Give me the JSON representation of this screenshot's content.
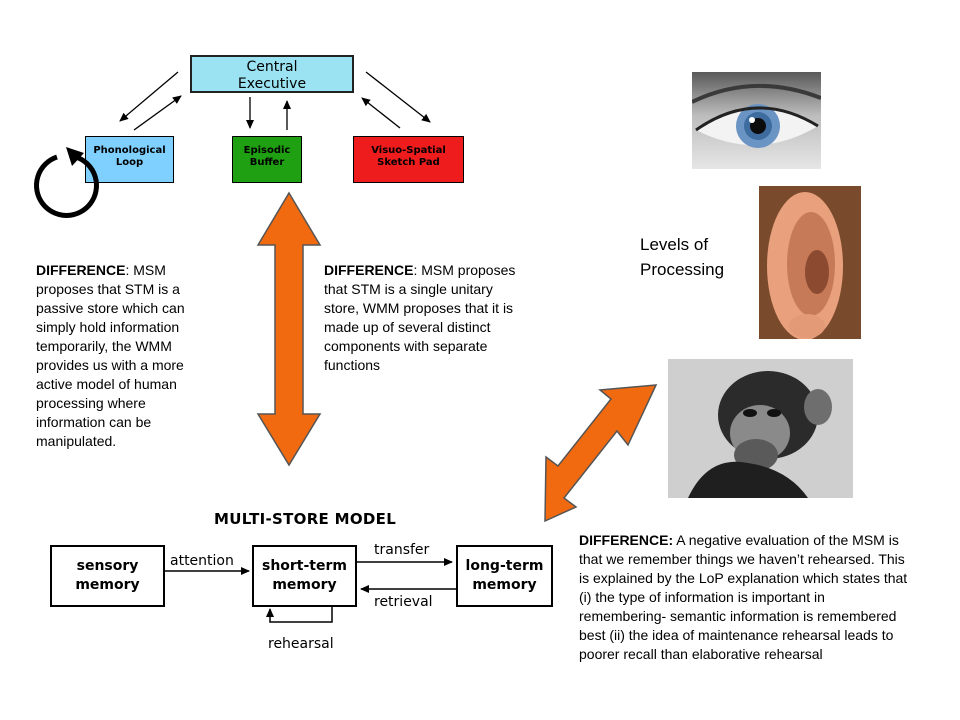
{
  "wmm": {
    "central_executive": [
      "Central",
      "Executive"
    ],
    "phonological_loop": [
      "Phonological",
      "Loop"
    ],
    "episodic_buffer": [
      "Episodic",
      "Buffer"
    ],
    "visuo_spatial": [
      "Visuo-Spatial",
      "Sketch Pad"
    ]
  },
  "colors": {
    "central_executive": "#9be3f3",
    "phonological_loop": "#7fd0ff",
    "episodic_buffer": "#1fa012",
    "visuo_spatial": "#ee1c1c",
    "double_arrow": "#f26a10"
  },
  "difference_left": {
    "heading": "DIFFERENCE",
    "text": ": MSM proposes that STM is a passive store which can simply hold information temporarily, the WMM provides us with a more active model of human processing where information can be manipulated."
  },
  "difference_middle": {
    "heading": "DIFFERENCE",
    "text": ": MSM proposes that STM is a single unitary store, WMM proposes that it is made up of several distinct components with separate functions"
  },
  "difference_right": {
    "heading": "DIFFERENCE:",
    "text": " A negative evaluation of the MSM is that we remember things we haven’t rehearsed. This is explained by the LoP explanation which states that (i) the type of information is important in remembering- semantic information is remembered best (ii) the idea of maintenance rehearsal leads to poorer recall than elaborative rehearsal"
  },
  "levels_of_processing": [
    "Levels of",
    "Processing"
  ],
  "images": [
    "eye",
    "ear",
    "thinking-chimpanzee"
  ],
  "msm": {
    "title": "MULTI-STORE MODEL",
    "sensory": [
      "sensory",
      "memory"
    ],
    "short_term": [
      "short-term",
      "memory"
    ],
    "long_term": [
      "long-term",
      "memory"
    ],
    "attention": "attention",
    "transfer": "transfer",
    "retrieval": "retrieval",
    "rehearsal": "rehearsal"
  }
}
